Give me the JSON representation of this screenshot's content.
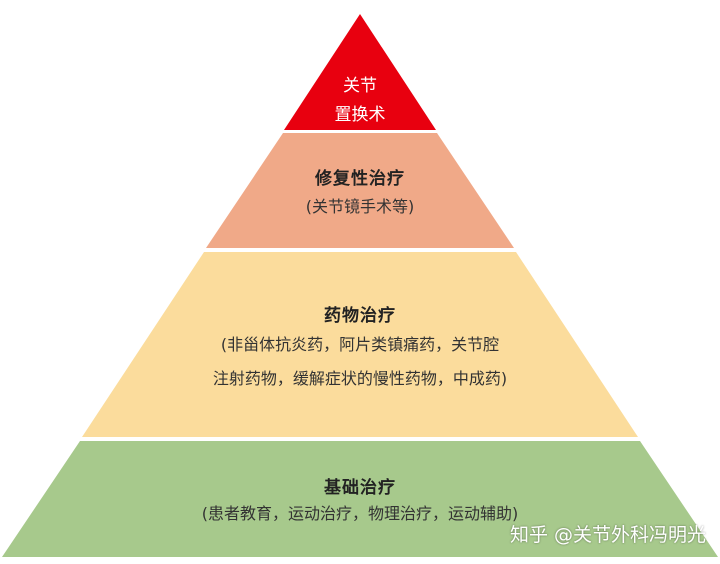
{
  "colors": {
    "top": "#e8000f",
    "second": "#f0a988",
    "third": "#fbdc9c",
    "base": "#a7c98c"
  },
  "layers": {
    "top": {
      "line1": "关节",
      "line2": "置换术"
    },
    "second": {
      "title": "修复性治疗",
      "subtitle": "(关节镜手术等)"
    },
    "third": {
      "title": "药物治疗",
      "line1": "(非甾体抗炎药，阿片类镇痛药，关节腔",
      "line2": "注射药物，缓解症状的慢性药物，中成药)"
    },
    "base": {
      "title": "基础治疗",
      "subtitle": "(患者教育，运动治疗，物理治疗，运动辅助)"
    }
  },
  "watermark": "知乎 @关节外科冯明光"
}
